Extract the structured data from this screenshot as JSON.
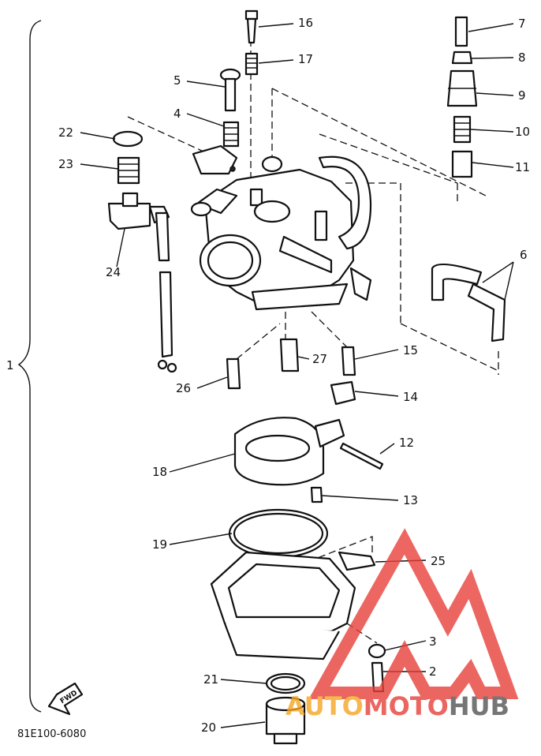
{
  "diagram": {
    "catalog_code": "81E100-6080",
    "fwd_label": "FWD",
    "callouts": {
      "c1": "1",
      "c2": "2",
      "c3": "3",
      "c4": "4",
      "c5": "5",
      "c6": "6",
      "c7": "7",
      "c8": "8",
      "c9": "9",
      "c10": "10",
      "c11": "11",
      "c12": "12",
      "c13": "13",
      "c14": "14",
      "c15": "15",
      "c16": "16",
      "c17": "17",
      "c18": "18",
      "c19": "19",
      "c20": "20",
      "c21": "21",
      "c22": "22",
      "c23": "23",
      "c24": "24",
      "c25": "25",
      "c26": "26",
      "c27": "27"
    }
  },
  "watermark": {
    "word_auto": "AUTO",
    "word_moto": "MOTO",
    "word_hub": "HUB",
    "colors": {
      "auto": "#f5a623",
      "moto": "#e8403a",
      "hub": "#555555",
      "triangle": "#e8403a"
    }
  }
}
